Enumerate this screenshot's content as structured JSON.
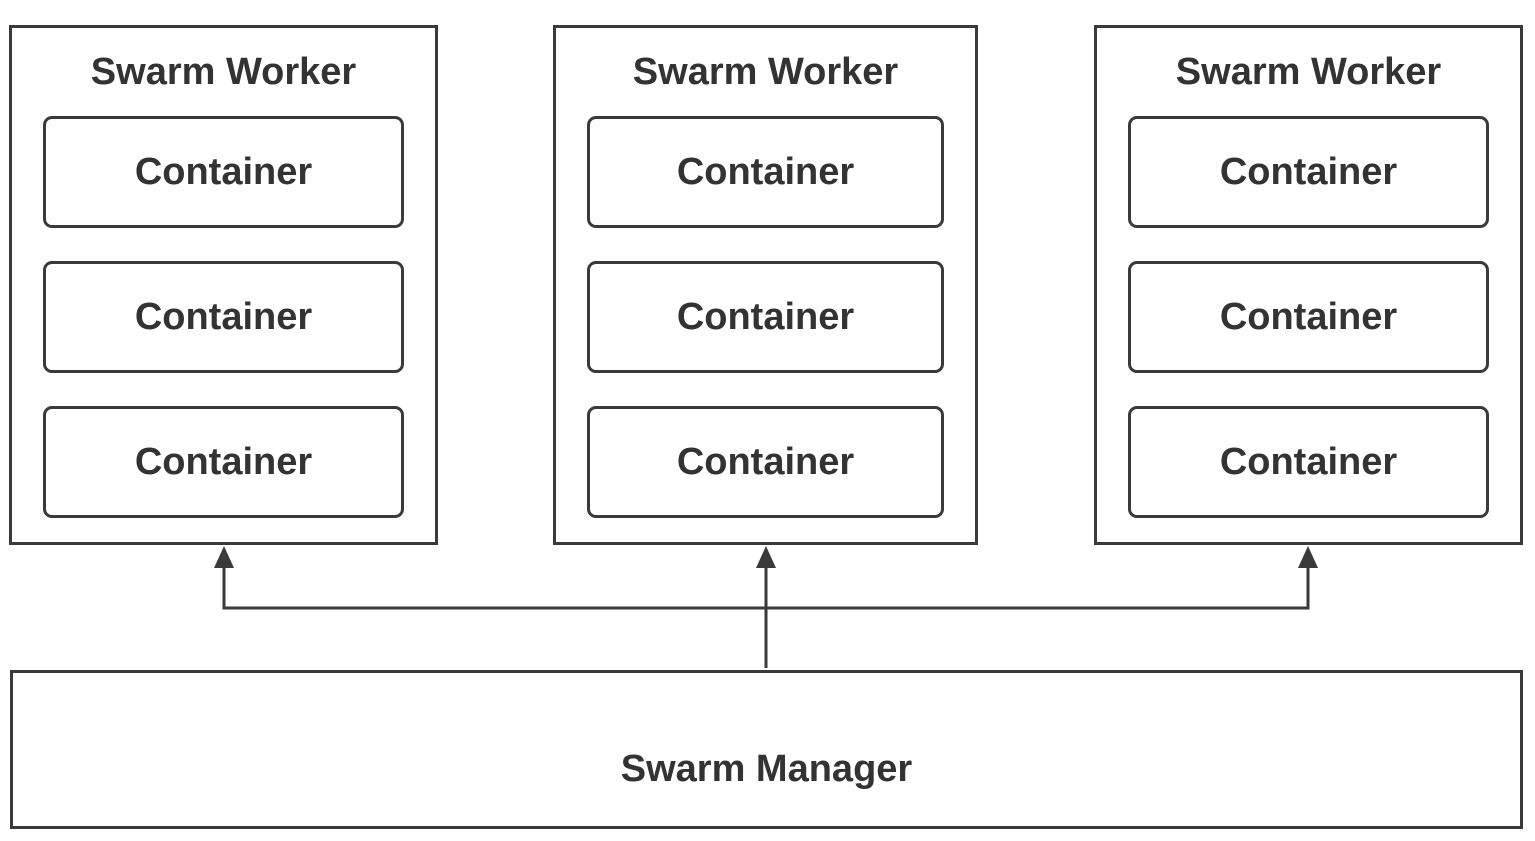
{
  "diagram": {
    "workers": [
      {
        "label": "Swarm Worker",
        "containers": [
          "Container",
          "Container",
          "Container"
        ]
      },
      {
        "label": "Swarm Worker",
        "containers": [
          "Container",
          "Container",
          "Container"
        ]
      },
      {
        "label": "Swarm Worker",
        "containers": [
          "Container",
          "Container",
          "Container"
        ]
      }
    ],
    "manager": {
      "label": "Swarm Manager"
    },
    "colors": {
      "line": "#3a3a3a",
      "text": "#333333",
      "bg": "#ffffff"
    }
  }
}
